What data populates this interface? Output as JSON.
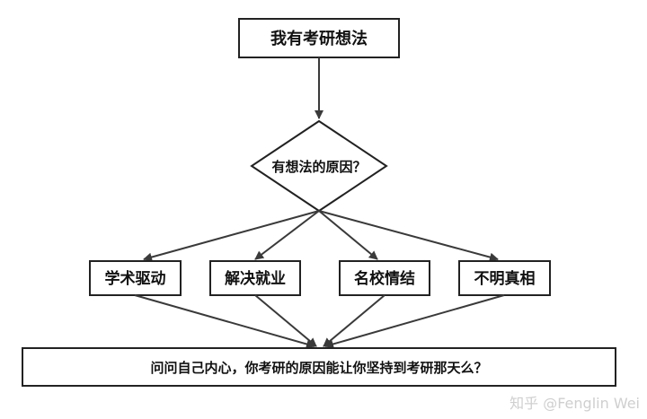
{
  "nodes": {
    "start": "我有考研想法",
    "decision": "有想法的原因？",
    "reason_1": "学术驱动",
    "reason_2": "解决就业",
    "reason_3": "名校情结",
    "reason_4": "不明真相",
    "conclusion": "问问自己内心，你考研的原因能让你坚持到考研那天么？"
  },
  "watermark": "知乎 @Fenglin Wei",
  "colors": {
    "stroke": "#222222",
    "arrow": "#3a3a3a",
    "text": "#111111",
    "watermark": "#cfcfcf"
  }
}
